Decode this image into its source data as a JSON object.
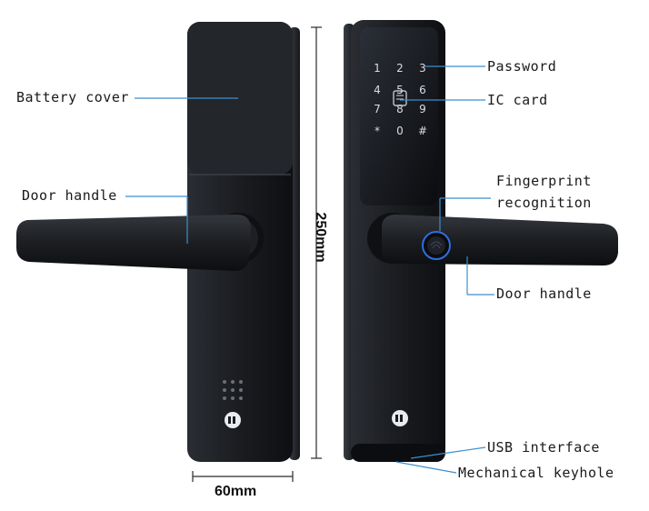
{
  "labels": {
    "battery_cover": "Battery cover",
    "door_handle_left": "Door handle",
    "password": "Password",
    "ic_card": "IC card",
    "fingerprint_line1": "Fingerprint",
    "fingerprint_line2": "recognition",
    "door_handle_right": "Door handle",
    "usb_interface": "USB interface",
    "mechanical_keyhole": "Mechanical keyhole"
  },
  "dimensions": {
    "height": "250mm",
    "width": "60mm"
  },
  "keypad": {
    "keys": [
      "1",
      "2",
      "3",
      "4",
      "5",
      "6",
      "7",
      "8",
      "9",
      "*",
      "0",
      "#"
    ]
  },
  "colors": {
    "lock_body": "#1c1e22",
    "callout_line": "#3a8fd0",
    "fingerprint_ring": "#2f6fe0",
    "keypad_text": "#d8dde4"
  }
}
